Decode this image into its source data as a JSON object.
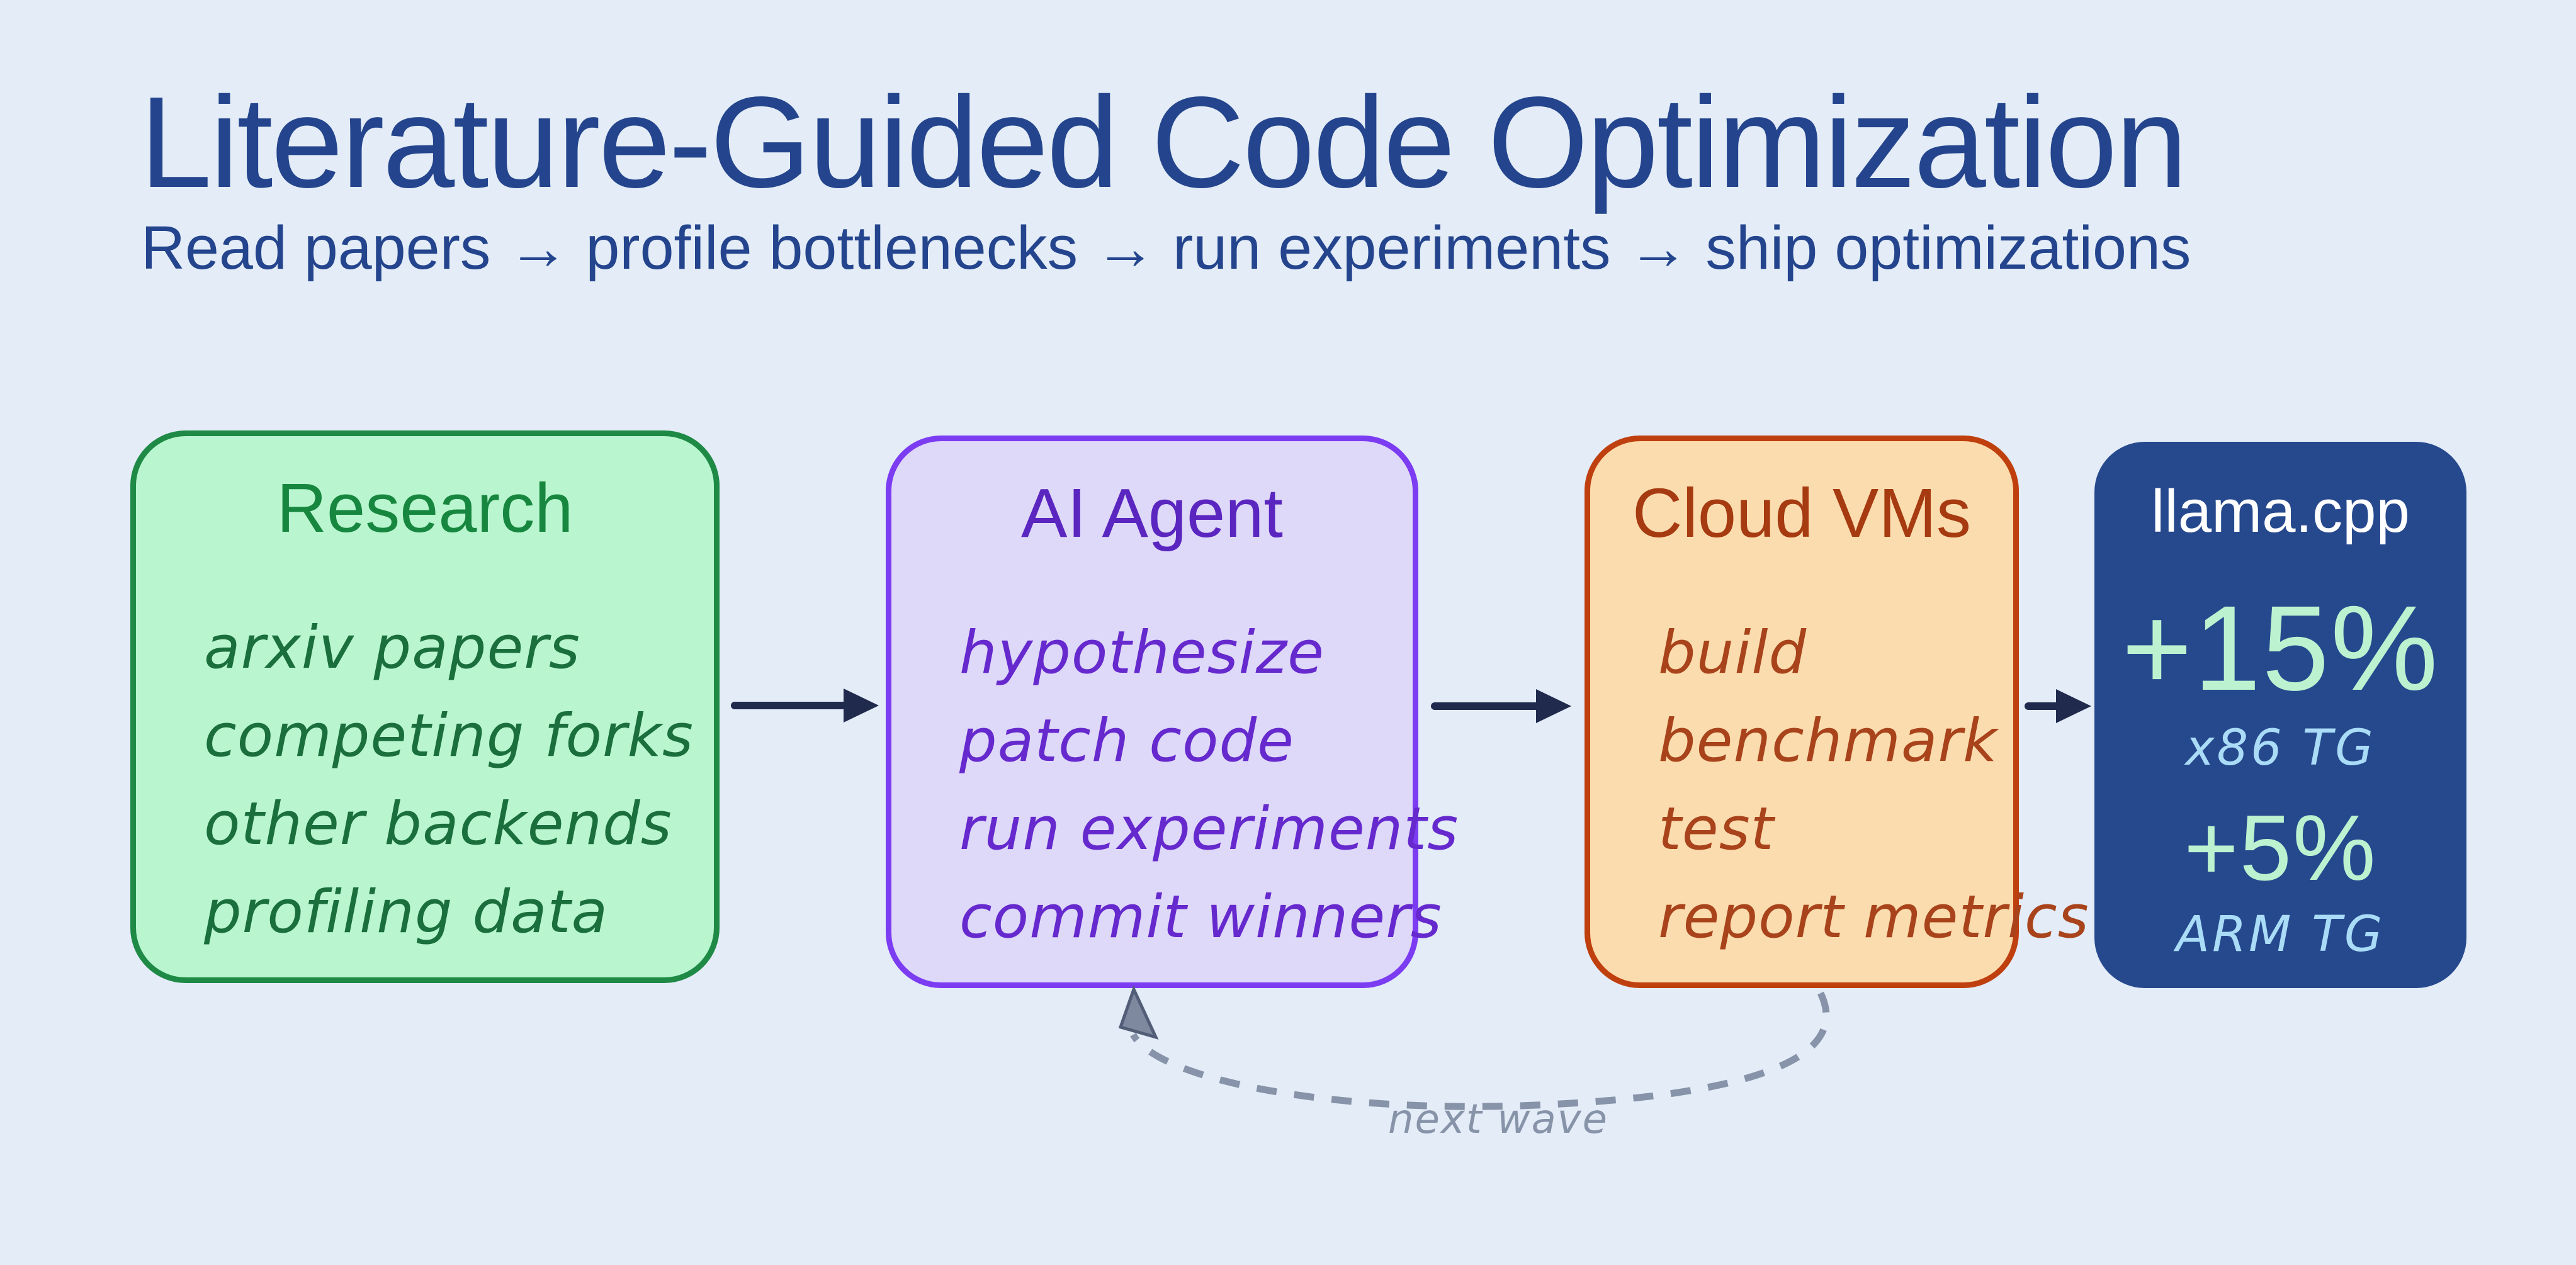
{
  "page": {
    "background": "#e3ecf7"
  },
  "header": {
    "title": "Literature-Guided Code Optimization",
    "subtitle": "Read papers → profile bottlenecks → run experiments → ship optimizations",
    "text_color": "#24458d"
  },
  "boxes": [
    {
      "id": "research",
      "title": "Research",
      "items": [
        "arxiv papers",
        "competing forks",
        "other backends",
        "profiling data"
      ],
      "fill": "#b9f6cf",
      "border": "#1e8a45",
      "title_color": "#178740",
      "item_color": "#1a6f3d"
    },
    {
      "id": "ai-agent",
      "title": "AI Agent",
      "items": [
        "hypothesize",
        "patch code",
        "run experiments",
        "commit winners"
      ],
      "fill": "#ded8f9",
      "border": "#7c3cf2",
      "title_color": "#5a26bf",
      "item_color": "#6529cd"
    },
    {
      "id": "cloud-vms",
      "title": "Cloud VMs",
      "items": [
        "build",
        "benchmark",
        "test",
        "report metrics"
      ],
      "fill": "#fbdcae",
      "border": "#bf3f0e",
      "title_color": "#a63a10",
      "item_color": "#a8431b"
    },
    {
      "id": "llama-cpp",
      "title": "llama.cpp",
      "fill": "#26498e",
      "title_color": "#ffffff",
      "value_color": "#bdf2d0",
      "label_color": "#aadcf7",
      "metrics": [
        {
          "value": "+15%",
          "label": "x86 TG"
        },
        {
          "value": "+5%",
          "label": "ARM TG"
        }
      ]
    }
  ],
  "flow": {
    "arrow_color": "#1f2a4d"
  },
  "feedback": {
    "label": "next wave",
    "color": "#8793a8",
    "from": "Cloud VMs",
    "to": "AI Agent"
  }
}
